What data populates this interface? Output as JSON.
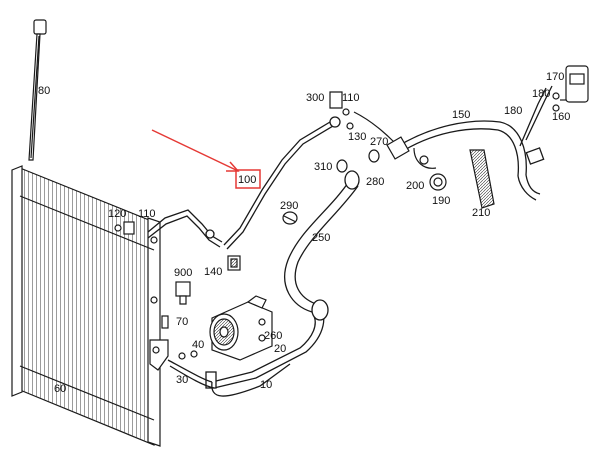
{
  "diagram": {
    "highlight_color": "#e53935",
    "line_color": "#1a1a1a",
    "highlighted_part": "100",
    "labels": [
      "10",
      "20",
      "30",
      "40",
      "60",
      "70",
      "80",
      "100",
      "110",
      "110",
      "120",
      "130",
      "140",
      "150",
      "160",
      "170",
      "180",
      "180",
      "190",
      "200",
      "210",
      "250",
      "260",
      "270",
      "280",
      "290",
      "300",
      "310",
      "900"
    ]
  }
}
